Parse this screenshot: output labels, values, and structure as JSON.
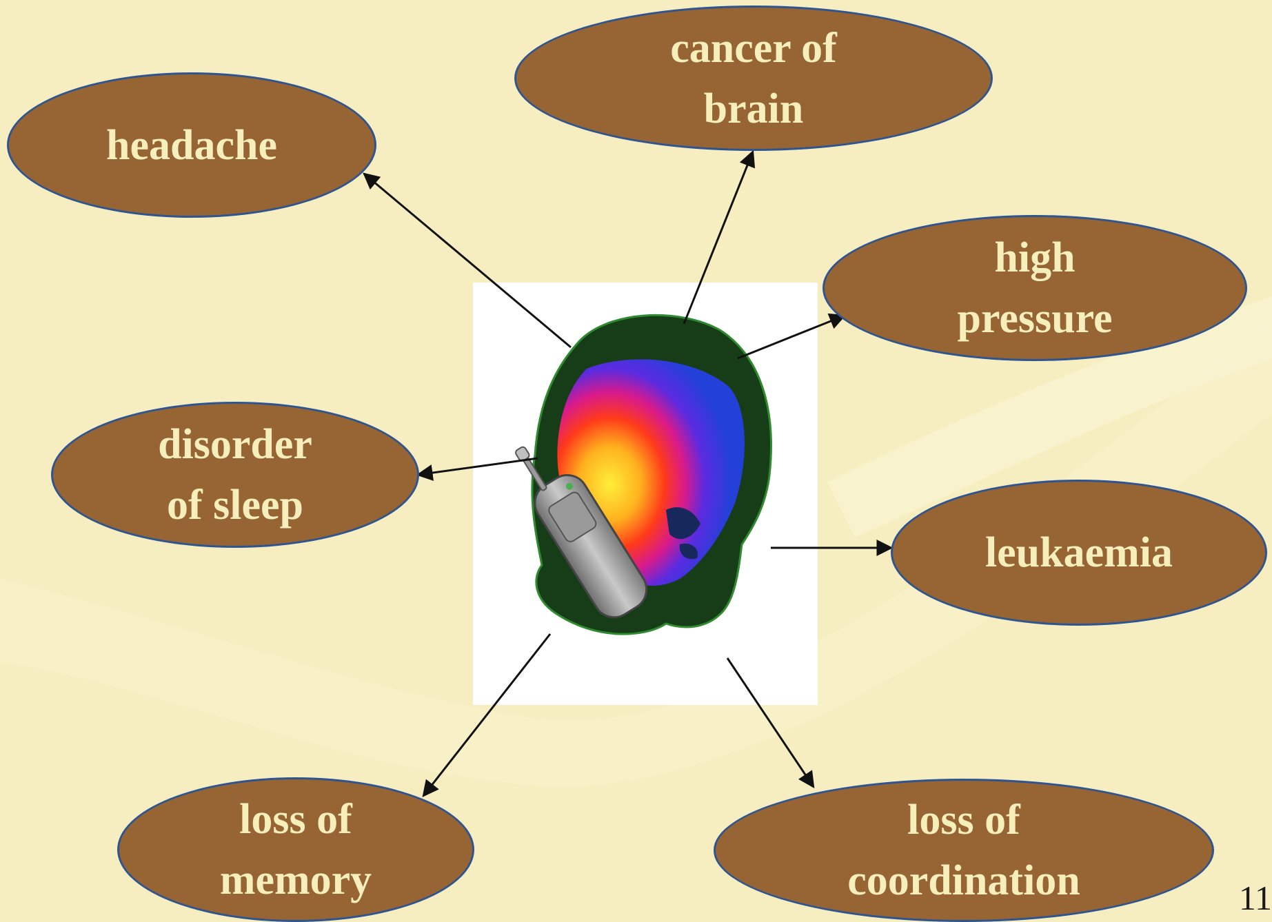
{
  "slide": {
    "center_image": "mobile-phone-radiation-head-icon",
    "nodes": [
      {
        "id": "headache",
        "label": "headache"
      },
      {
        "id": "cancer-of-brain",
        "label": "cancer of\nbrain"
      },
      {
        "id": "high-pressure",
        "label": "high\npressure"
      },
      {
        "id": "disorder-of-sleep",
        "label": "disorder\nof sleep"
      },
      {
        "id": "leukaemia",
        "label": "leukaemia"
      },
      {
        "id": "loss-of-memory",
        "label": "loss of\nmemory"
      },
      {
        "id": "loss-of-coordination",
        "label": "loss of\ncoordination"
      }
    ],
    "page_number": "11"
  },
  "colors": {
    "background": "#f6eec0",
    "ellipse_fill": "#976433",
    "ellipse_border": "#2e5590",
    "ellipse_text": "#f6eebb",
    "arrow": "#111111"
  }
}
